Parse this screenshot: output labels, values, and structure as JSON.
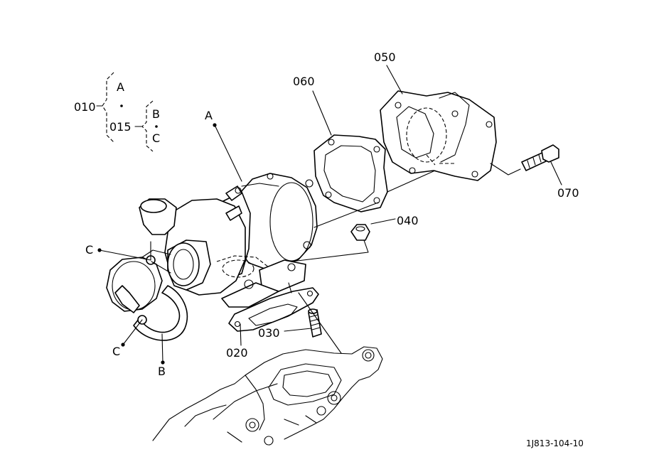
{
  "labels": {
    "p010": "010",
    "p015": "015",
    "p020": "020",
    "p030": "030",
    "p040": "040",
    "p050": "050",
    "p060": "060",
    "p070": "070",
    "A": "A",
    "B": "B",
    "C": "C",
    "dot": "·"
  },
  "reference": "1J813-104-10"
}
